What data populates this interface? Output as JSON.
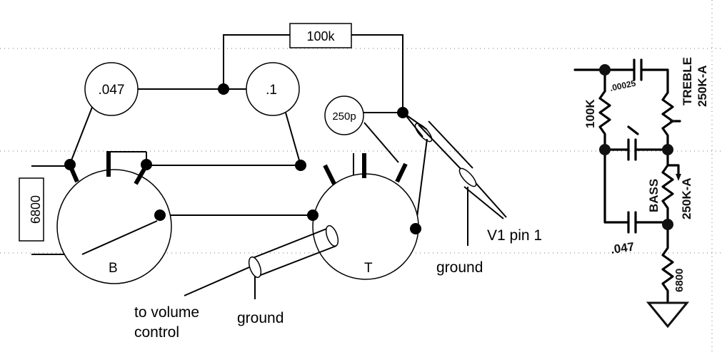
{
  "components": {
    "cap_047": ".047",
    "cap_01": ".1",
    "cap_250p": "250p",
    "res_100k": "100k",
    "res_6800": "6800",
    "pot_bass": "B",
    "pot_treble": "T"
  },
  "labels": {
    "v1_pin1": "V1 pin 1",
    "ground_right": "ground",
    "ground_left": "ground",
    "to_volume_line1": "to volume",
    "to_volume_line2": "control"
  },
  "schematic_labels": {
    "treble": "TREBLE",
    "treble_value": "250K-A",
    "bass": "BASS",
    "bass_value": "250K-A",
    "res_100k": "100K",
    "cap_00025": ".00025",
    "cap_047": ".047",
    "res_6800": "6800"
  }
}
